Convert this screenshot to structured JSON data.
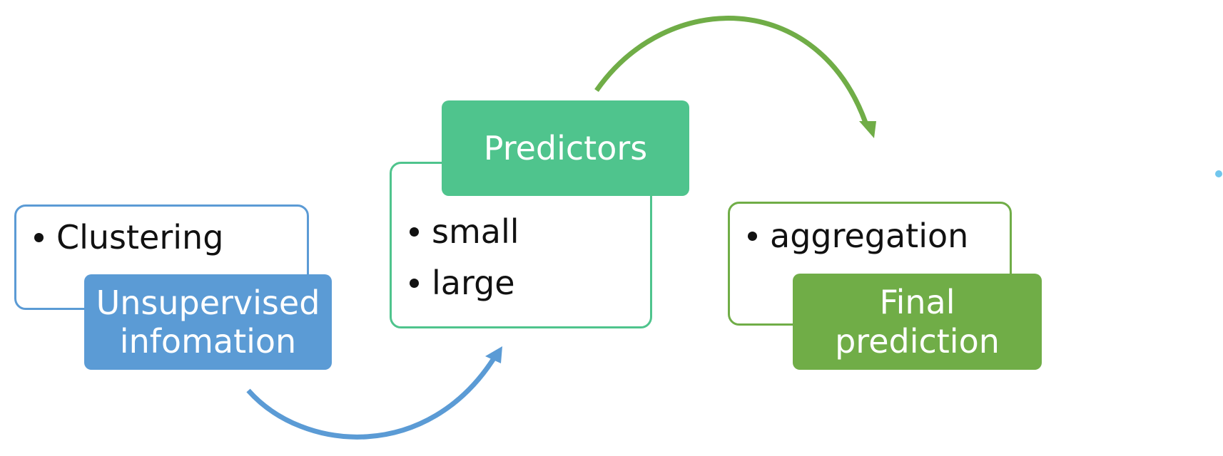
{
  "colors": {
    "unsupervised": "#5b9bd5",
    "predictors": "#4fc48d",
    "final": "#70ad47",
    "dot": "#71c6ed"
  },
  "stages": [
    {
      "label_lines": [
        "Unsupervised",
        "infomation"
      ],
      "bullets": [
        "Clustering"
      ]
    },
    {
      "label_lines": [
        "Predictors"
      ],
      "bullets": [
        "small",
        "large"
      ]
    },
    {
      "label_lines": [
        "Final",
        "prediction"
      ],
      "bullets": [
        "aggregation"
      ]
    }
  ],
  "connectors": [
    {
      "from": "Unsupervised infomation",
      "to": "Predictors",
      "icon": "curved-arrow-up-right"
    },
    {
      "from": "Predictors",
      "to": "Final prediction",
      "icon": "curved-arrow-down-right"
    }
  ]
}
